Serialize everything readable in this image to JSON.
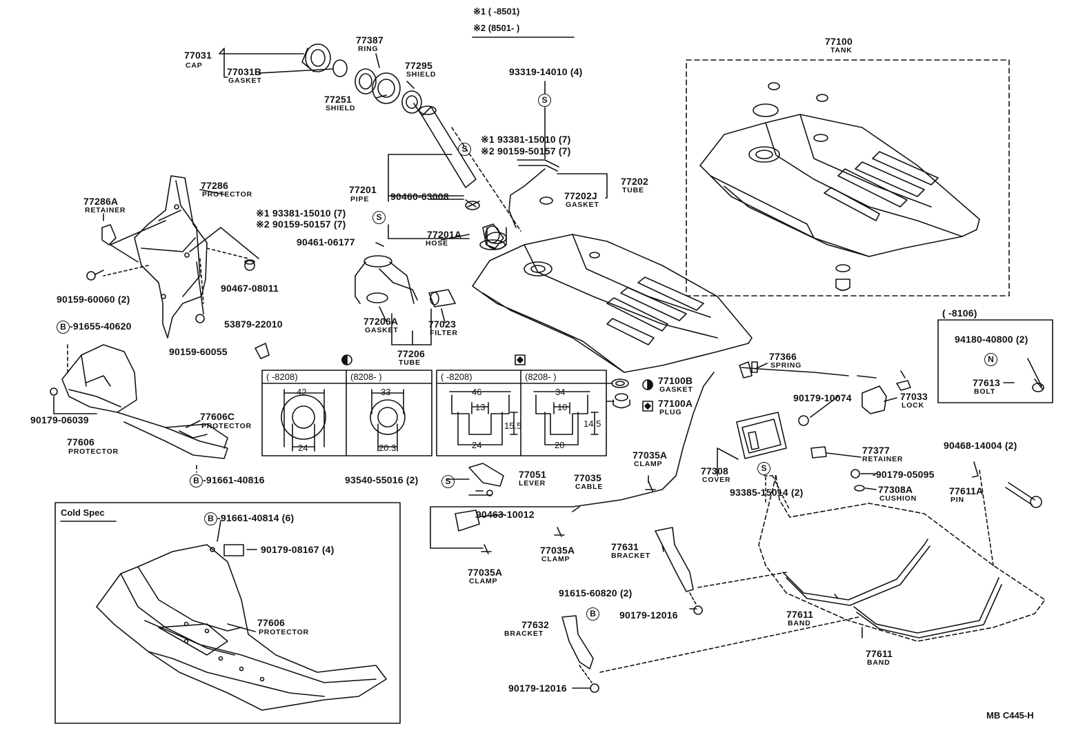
{
  "diagram": {
    "doc_id": "MB C445-H",
    "legend": {
      "r1_mark": "※1",
      "r1_range": "(      -8501)",
      "r2_mark": "※2",
      "r2_range": "(8501-       )"
    },
    "parts": {
      "p77031": {
        "no": "77031",
        "name": "CAP"
      },
      "p77031B": {
        "no": "77031B",
        "name": "GASKET"
      },
      "p77387": {
        "no": "77387",
        "name": "RING"
      },
      "p77295": {
        "no": "77295",
        "name": "SHIELD"
      },
      "p77251": {
        "no": "77251",
        "name": "SHIELD"
      },
      "p93319": {
        "no": "93319-14010 (4)"
      },
      "p93381a": {
        "no": "※1 93381-15010 (7)"
      },
      "p90159a": {
        "no": "※2 90159-50157 (7)"
      },
      "p77202": {
        "no": "77202",
        "name": "TUBE"
      },
      "p77202J": {
        "no": "77202J",
        "name": "GASKET"
      },
      "p77100": {
        "no": "77100",
        "name": "TANK"
      },
      "p77286": {
        "no": "77286",
        "name": "PROTECTOR"
      },
      "p77286A": {
        "no": "77286A",
        "name": "RETAINER"
      },
      "p77201": {
        "no": "77201",
        "name": "PIPE"
      },
      "p90460": {
        "no": "90460-63008"
      },
      "p93381b": {
        "no": "※1 93381-15010 (7)"
      },
      "p90159b": {
        "no": "※2 90159-50157 (7)"
      },
      "p90461": {
        "no": "90461-06177"
      },
      "p77201A": {
        "no": "77201A",
        "name": "HOSE"
      },
      "p90159c": {
        "no": "90159-60060 (2)"
      },
      "p90467": {
        "no": "90467-08011"
      },
      "p53879": {
        "no": "53879-22010"
      },
      "p90159d": {
        "no": "90159-60055"
      },
      "p91655": {
        "no": "-91655-40620"
      },
      "p77206A": {
        "no": "77206A",
        "name": "GASKET"
      },
      "p77023": {
        "no": "77023",
        "name": "FILTER"
      },
      "p77206": {
        "no": "77206",
        "name": "TUBE"
      },
      "p90179a": {
        "no": "90179-06039"
      },
      "p77606a": {
        "no": "77606",
        "name": "PROTECTOR"
      },
      "p77606C": {
        "no": "77606C",
        "name": "PROTECTOR"
      },
      "p91661a": {
        "no": "-91661-40816"
      },
      "p77100B": {
        "no": "77100B",
        "name": "GASKET"
      },
      "p77100A": {
        "no": "77100A",
        "name": "PLUG"
      },
      "p77366": {
        "no": "77366",
        "name": "SPRING"
      },
      "p90179b": {
        "no": "90179-10074"
      },
      "p77033": {
        "no": "77033",
        "name": "LOCK"
      },
      "p94180": {
        "no": "94180-40800 (2)"
      },
      "p77613": {
        "no": "77613",
        "name": "BOLT"
      },
      "p77035A_1": {
        "no": "77035A",
        "name": "CLAMP"
      },
      "p77308": {
        "no": "77308",
        "name": "COVER"
      },
      "p93385": {
        "no": "93385-15014 (2)"
      },
      "p77377": {
        "no": "77377",
        "name": "RETAINER"
      },
      "p90179c": {
        "no": "-90179-05095"
      },
      "p77308A": {
        "no": "77308A",
        "name": "CUSHION"
      },
      "p90468": {
        "no": "90468-14004 (2)"
      },
      "p77611A": {
        "no": "77611A",
        "name": "PIN"
      },
      "p93540": {
        "no": "93540-55016 (2)"
      },
      "p77051": {
        "no": "77051",
        "name": "LEVER"
      },
      "p77035": {
        "no": "77035",
        "name": "CABLE"
      },
      "p90463": {
        "no": "90463-10012"
      },
      "p77035A_2": {
        "no": "77035A",
        "name": "CLAMP"
      },
      "p77035A_3": {
        "no": "77035A",
        "name": "CLAMP"
      },
      "p77631": {
        "no": "77631",
        "name": "BRACKET"
      },
      "p91615": {
        "no": "91615-60820 (2)"
      },
      "p90179d": {
        "no": "90179-12016"
      },
      "p77632": {
        "no": "77632",
        "name": "BRACKET"
      },
      "p90179e": {
        "no": "90179-12016"
      },
      "p77611a": {
        "no": "77611",
        "name": "BAND"
      },
      "p77611b": {
        "no": "77611",
        "name": "BAND"
      },
      "p91661b": {
        "no": "-91661-40814 (6)"
      },
      "p90179f": {
        "no": "90179-08167 (4)"
      },
      "p77606b": {
        "no": "77606",
        "name": "PROTECTOR"
      }
    },
    "cold_spec": {
      "title": "Cold Spec"
    },
    "bolt_box": {
      "range": "(       -8106)"
    },
    "spec_table_left": {
      "col1": "(      -8208)",
      "col2": "(8208-       )",
      "c1_top": "42",
      "c1_bot": "24",
      "c2_top": "33",
      "c2_bot": "20.3"
    },
    "spec_table_right": {
      "col1": "(      -8208)",
      "col2": "(8208-       )",
      "c1_top": "46",
      "c1_mid": "13",
      "c1_h": "15.5",
      "c1_bot": "24",
      "c2_top": "34",
      "c2_mid": "10",
      "c2_h": "14.5",
      "c2_bot": "20"
    },
    "symbols": {
      "s": "S",
      "b": "B",
      "n": "N"
    }
  }
}
